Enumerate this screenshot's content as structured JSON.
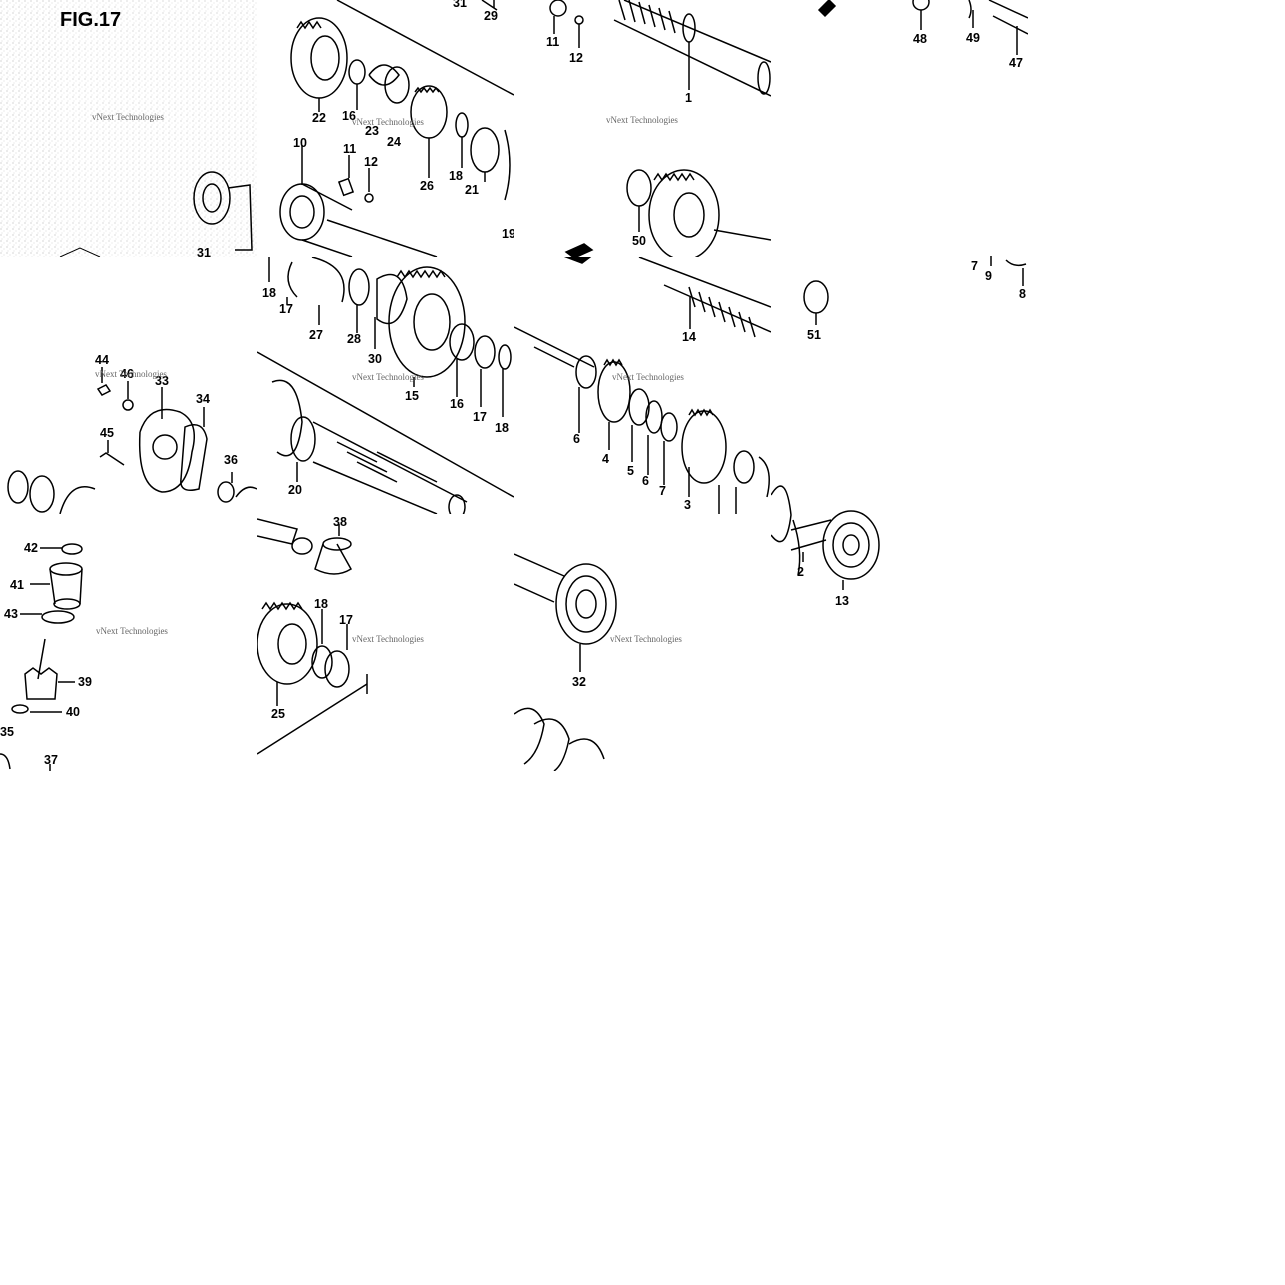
{
  "figure_title": "FIG.17",
  "watermark": "vNext Technologies",
  "callouts": {
    "t1": [
      "29",
      "31",
      "10",
      "11",
      "12",
      "22",
      "16",
      "23",
      "24",
      "26",
      "18",
      "21",
      "19",
      "31"
    ],
    "t2": [
      "11",
      "12",
      "1"
    ],
    "t3": [
      "48",
      "49",
      "47"
    ],
    "t4": [
      "18",
      "17",
      "27",
      "28",
      "30",
      "15",
      "16",
      "17",
      "18"
    ],
    "t5": [
      "50",
      "14",
      "51"
    ],
    "t6": [
      "7",
      "9",
      "8"
    ],
    "t7": [
      "44",
      "46",
      "33",
      "34",
      "45",
      "36"
    ],
    "t8": [
      "20"
    ],
    "t9": [
      "6",
      "4",
      "5",
      "6",
      "7",
      "3"
    ],
    "t10": [
      "42",
      "41",
      "43",
      "39",
      "40",
      "35",
      "37"
    ],
    "t11": [
      "38",
      "18",
      "17",
      "25"
    ],
    "t12": [
      "32"
    ],
    "t13": [
      "2",
      "13"
    ]
  }
}
